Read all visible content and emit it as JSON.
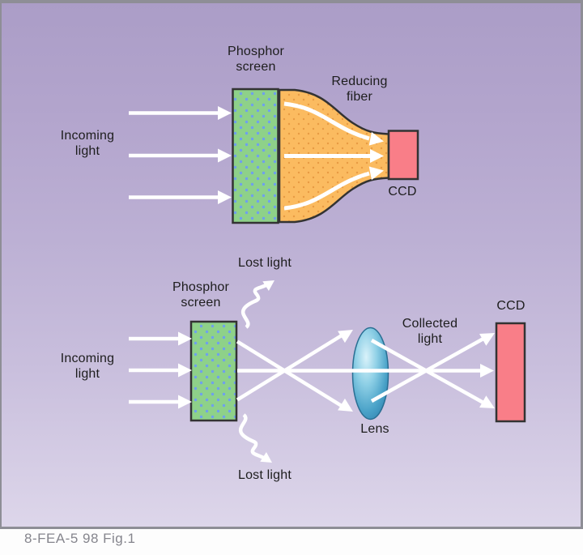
{
  "figure_caption": "8-FEA-5 98 Fig.1",
  "top_diagram": {
    "incoming_light_label": "Incoming\nlight",
    "phosphor_screen_label": "Phosphor\nscreen",
    "reducing_fiber_label": "Reducing\nfiber",
    "ccd_label": "CCD"
  },
  "bottom_diagram": {
    "incoming_light_label": "Incoming\nlight",
    "phosphor_screen_label": "Phosphor\nscreen",
    "lost_light_top_label": "Lost light",
    "lost_light_bottom_label": "Lost light",
    "collected_light_label": "Collected\nlight",
    "lens_label": "Lens",
    "ccd_label": "CCD"
  },
  "colors": {
    "background_top": "#ab9dc7",
    "background_bottom": "#ded7eb",
    "panel_border": "#8e8e96",
    "phosphor_green": "#8ed189",
    "phosphor_dot_blue": "#6fa0ee",
    "fiber_orange": "#fbbb60",
    "fiber_dot_orange": "#e89b43",
    "ccd_pink": "#f97e88",
    "lens_blue": "#4aa2c8",
    "shape_outline": "#333333",
    "arrow_white": "#ffffff",
    "label_text": "#1d1d1d",
    "caption_text": "#85858d"
  }
}
